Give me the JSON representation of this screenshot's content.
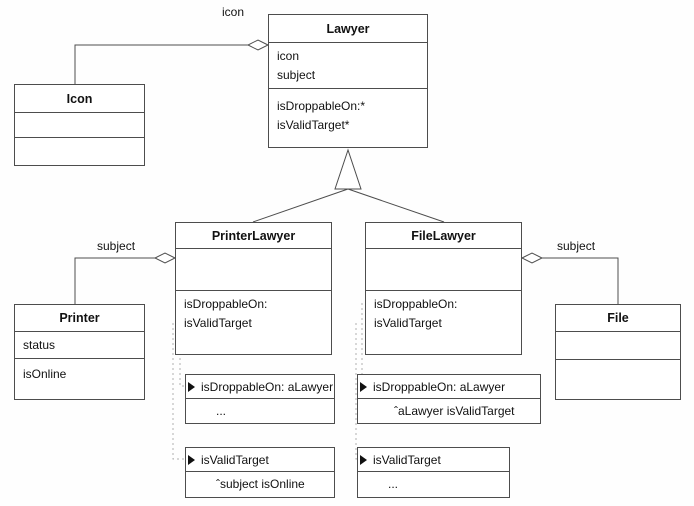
{
  "classes": {
    "lawyer": {
      "title": "Lawyer",
      "attributes": [
        "icon",
        "subject"
      ],
      "methods": [
        "isDroppableOn:*",
        "isValidTarget*"
      ]
    },
    "icon": {
      "title": "Icon"
    },
    "printer_lawyer": {
      "title": "PrinterLawyer",
      "methods": [
        "isDroppableOn:",
        "isValidTarget"
      ]
    },
    "file_lawyer": {
      "title": "FileLawyer",
      "methods": [
        "isDroppableOn:",
        "isValidTarget"
      ]
    },
    "printer": {
      "title": "Printer",
      "attributes": [
        "status",
        "isOnline"
      ]
    },
    "file": {
      "title": "File"
    }
  },
  "relation_labels": {
    "icon": "icon",
    "printer_subject": "subject",
    "file_subject": "subject"
  },
  "method_boxes": {
    "printer_is_droppable": {
      "signature": "isDroppableOn: aLawyer",
      "body": "..."
    },
    "printer_is_valid": {
      "signature": "isValidTarget",
      "body": "ˆsubject isOnline"
    },
    "file_is_droppable": {
      "signature": "isDroppableOn: aLawyer",
      "body": "ˆaLawyer isValidTarget"
    },
    "file_is_valid": {
      "signature": "isValidTarget",
      "body": "..."
    }
  },
  "colors": {
    "line": "#4d4d4d",
    "dotted_line": "#b0b0b0",
    "text": "#111111",
    "background": "#fefefe"
  }
}
